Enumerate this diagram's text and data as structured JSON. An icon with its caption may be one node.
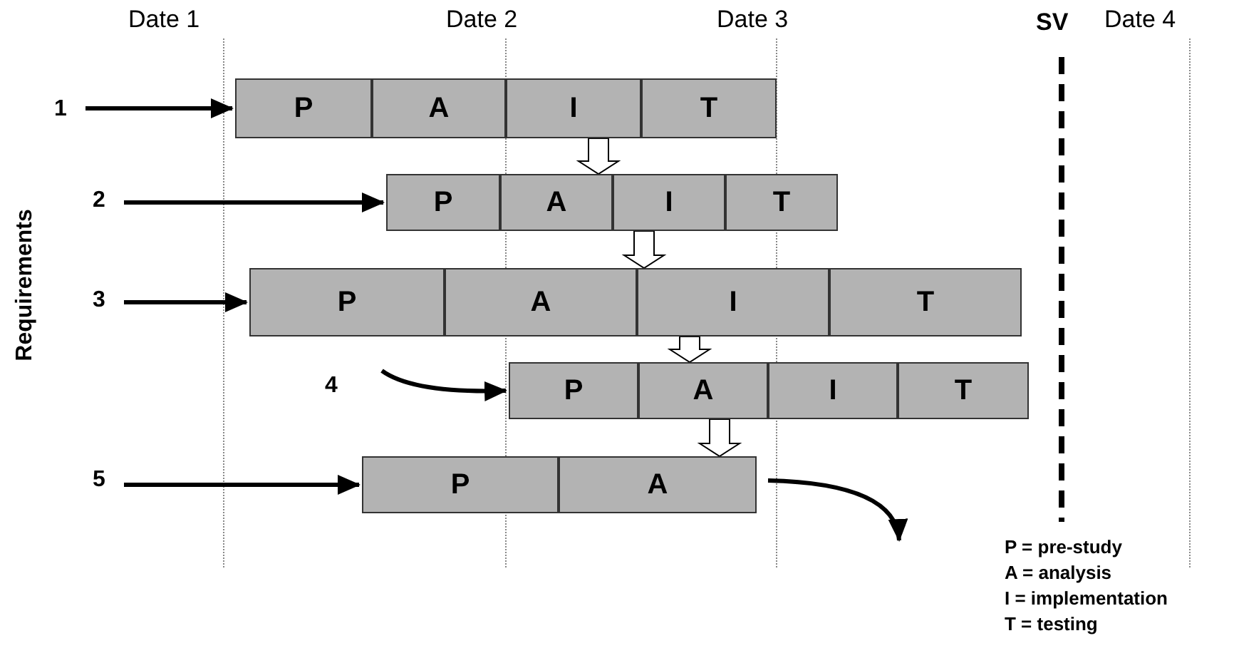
{
  "diagram": {
    "nodes": [
      {
        "text": [
          "1"
        ]
      },
      {
        "text": [
          "P"
        ]
      },
      {
        "text": [
          "A"
        ]
      },
      {
        "text": [
          "I"
        ]
      },
      {
        "text": [
          "T"
        ]
      },
      {
        "text": [
          "2"
        ]
      },
      {
        "text": [
          "P"
        ]
      },
      {
        "text": [
          "A"
        ]
      },
      {
        "text": [
          "I"
        ]
      },
      {
        "text": [
          "T"
        ]
      },
      {
        "text": [
          "3"
        ]
      },
      {
        "text": [
          "P"
        ]
      },
      {
        "text": [
          "A"
        ]
      },
      {
        "text": [
          "I"
        ]
      },
      {
        "text": [
          "T"
        ]
      },
      {
        "text": [
          "4"
        ]
      },
      {
        "text": [
          "P"
        ]
      },
      {
        "text": [
          "A"
        ]
      },
      {
        "text": [
          "I"
        ]
      },
      {
        "text": [
          "T"
        ]
      },
      {
        "text": [
          "5"
        ]
      },
      {
        "text": [
          "P"
        ]
      },
      {
        "text": [
          "A"
        ]
      }
    ],
    "edges": [
      {
        "from": 0,
        "to": 1,
        "arrow": "to"
      },
      {
        "from": 3,
        "to": 7,
        "arrow": "to",
        "style": "thick"
      },
      {
        "from": 5,
        "to": 6,
        "arrow": "to"
      },
      {
        "from": 8,
        "to": 13,
        "arrow": "to",
        "style": "thick"
      },
      {
        "from": 10,
        "to": 11,
        "arrow": "to"
      },
      {
        "from": 13,
        "to": 17,
        "arrow": "to",
        "style": "thick"
      },
      {
        "from": 15,
        "to": 16,
        "arrow": "to"
      },
      {
        "from": 17,
        "to": 22,
        "arrow": "to",
        "style": "thick"
      },
      {
        "from": 20,
        "to": 21,
        "arrow": "to"
      },
      {
        "from": 22,
        "to": null,
        "arrow": "to"
      }
    ],
    "labels": [
      "Date 1",
      "Date 2",
      "Date 3",
      "SV",
      "Date 4",
      "Requirements",
      "P = pre-study",
      "A = analysis",
      "I = implementation",
      "T = testing"
    ]
  }
}
